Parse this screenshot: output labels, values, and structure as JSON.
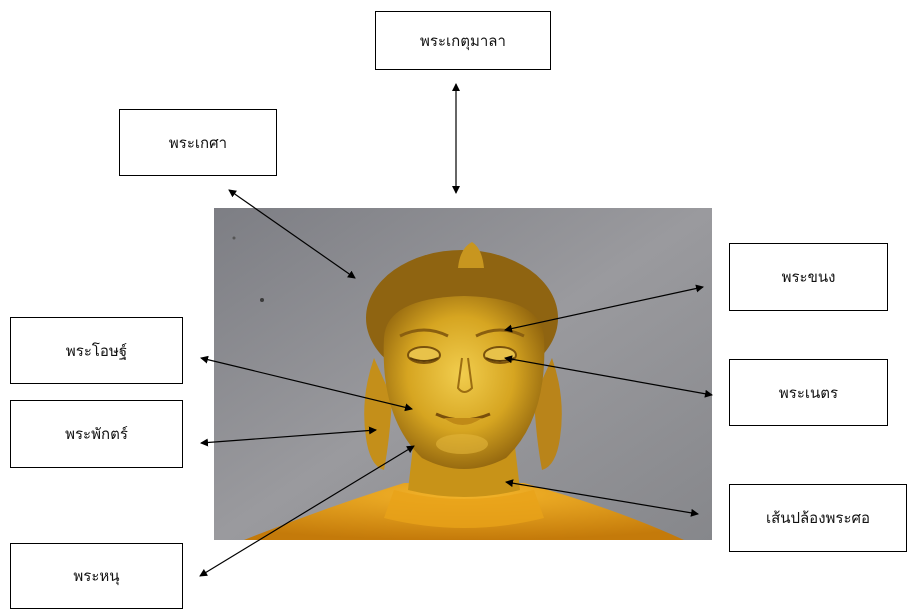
{
  "labels": {
    "ketumala": "พระเกตุมาลา",
    "kesa": "พระเกศา",
    "khanong": "พระขนง",
    "obtha": "พระโอษฐ์",
    "netra": "พระเนตร",
    "phak": "พระพักตร์",
    "sen_plong_sor": "เส้นปล้องพระศอ",
    "hanu": "พระหนุ"
  },
  "photo": {
    "subject": "golden Buddha head statue",
    "colors": {
      "gold": "#d4a017",
      "wall": "#8a8a8e"
    }
  },
  "colors": {
    "box_border": "#000000",
    "arrow": "#000000"
  }
}
